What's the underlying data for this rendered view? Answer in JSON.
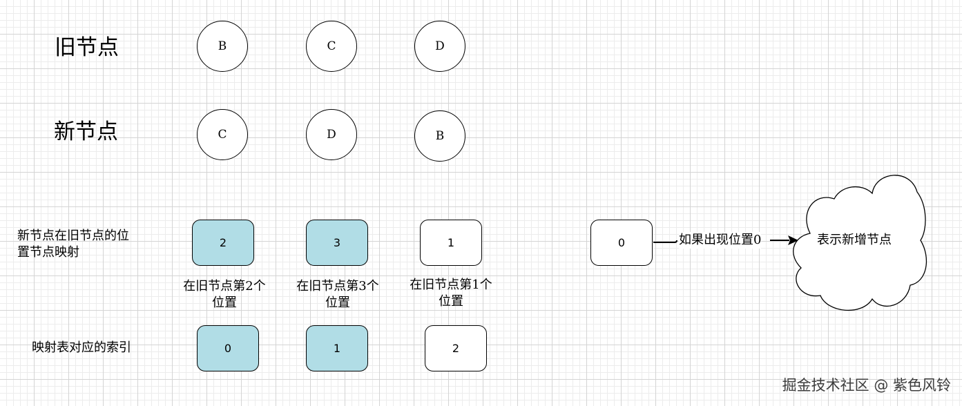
{
  "labels": {
    "old_nodes": "旧节点",
    "new_nodes": "新节点",
    "mapping_line1": "新节点在旧节点的位",
    "mapping_line2": "置节点映射",
    "index_row": "映射表对应的索引"
  },
  "old_nodes": [
    "B",
    "C",
    "D"
  ],
  "new_nodes": [
    "C",
    "D",
    "B"
  ],
  "mapping_values": [
    "2",
    "3",
    "1"
  ],
  "mapping_captions": [
    {
      "line1": "在旧节点第2个",
      "line2": "位置"
    },
    {
      "line1": "在旧节点第3个",
      "line2": "位置"
    },
    {
      "line1": "在旧节点第1个",
      "line2": "位置"
    }
  ],
  "index_values": [
    "0",
    "1",
    "2"
  ],
  "zero_box": "0",
  "arrow_label": "如果出现位置0",
  "cloud_text": "表示新增节点",
  "watermark": "掘金技术社区 @ 紫色风铃",
  "colors": {
    "highlight": "#b1dde6",
    "stroke": "#000000"
  }
}
